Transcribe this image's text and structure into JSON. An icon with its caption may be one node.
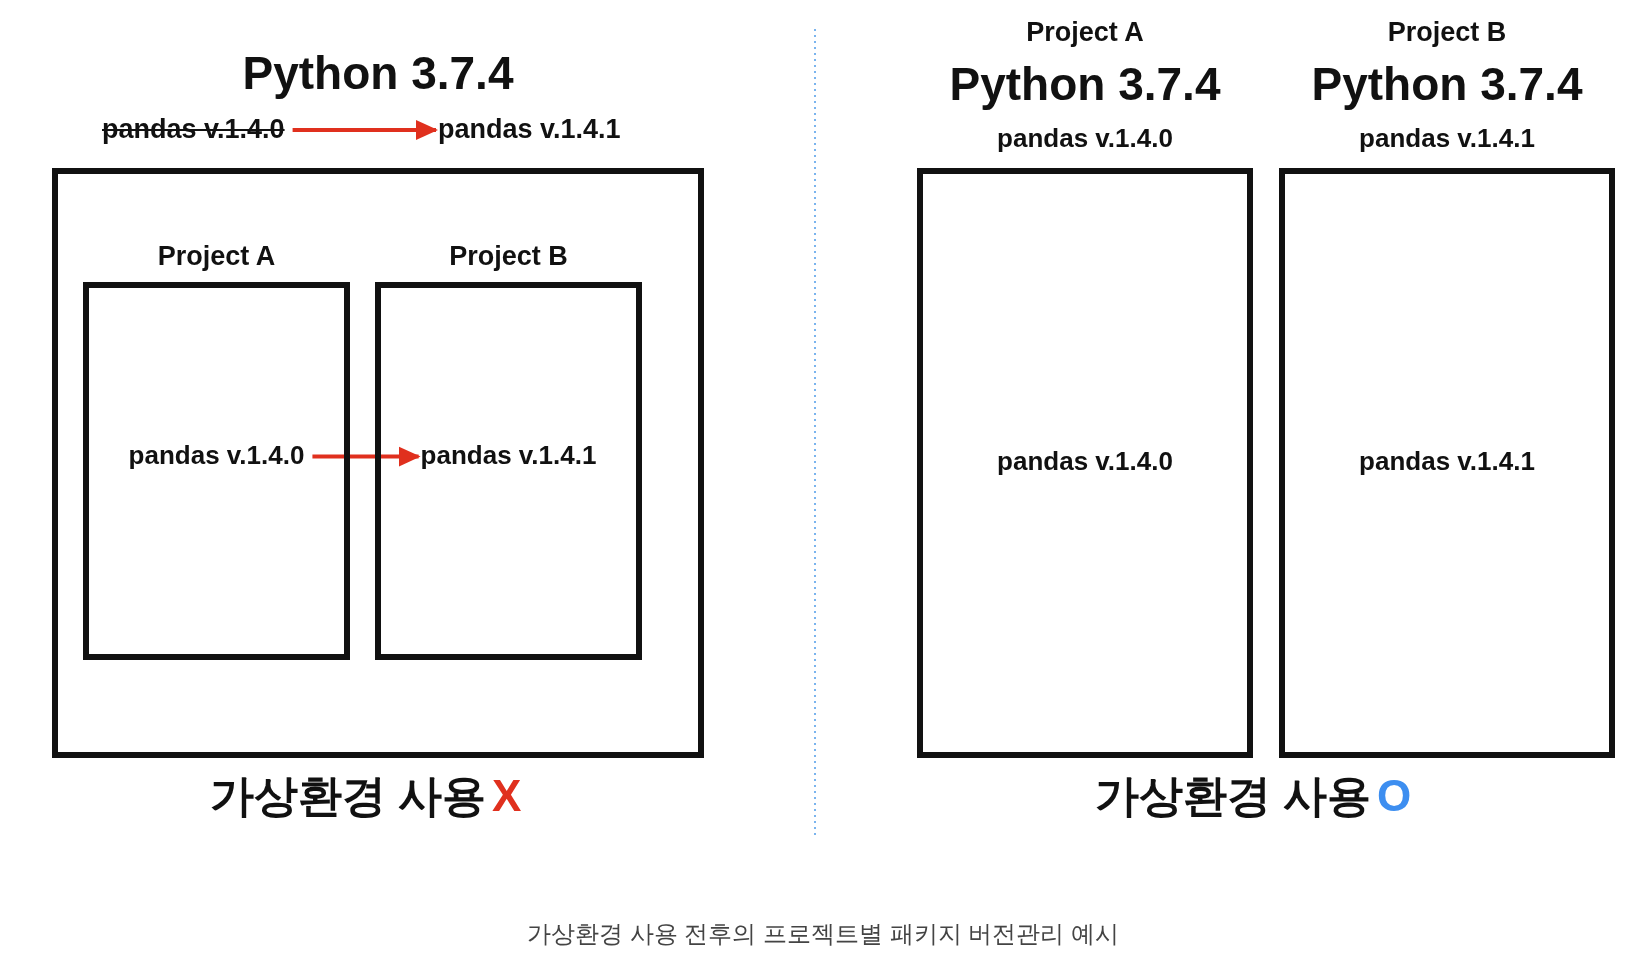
{
  "diagram": {
    "caption": "가상환경 사용 전후의 프로젝트별 패키지 버전관리 예시",
    "nodes": [
      {
        "text": [
          "Python 3.7.4"
        ]
      },
      {
        "text": [
          "pandas v.1.4.0"
        ]
      },
      {
        "text": [
          "pandas v.1.4.1"
        ]
      },
      {
        "text": [
          "Project A",
          "pandas v.1.4.0"
        ],
        "in": 0
      },
      {
        "text": [
          "Project B",
          "pandas v.1.4.1"
        ],
        "in": 0
      },
      {
        "text": [
          "Project A",
          "Python 3.7.4",
          "pandas v.1.4.0",
          "pandas v.1.4.0"
        ]
      },
      {
        "text": [
          "Project B",
          "Python 3.7.4",
          "pandas v.1.4.1",
          "pandas v.1.4.1"
        ]
      }
    ],
    "edges": [
      {
        "from": 1,
        "to": 2,
        "arrow": "to",
        "color": "#e0301e"
      },
      {
        "from": 3,
        "to": 4,
        "arrow": "to",
        "color": "#e0301e"
      }
    ],
    "labels": [
      "가상환경 사용",
      "X",
      "가상환경 사용",
      "O"
    ]
  }
}
